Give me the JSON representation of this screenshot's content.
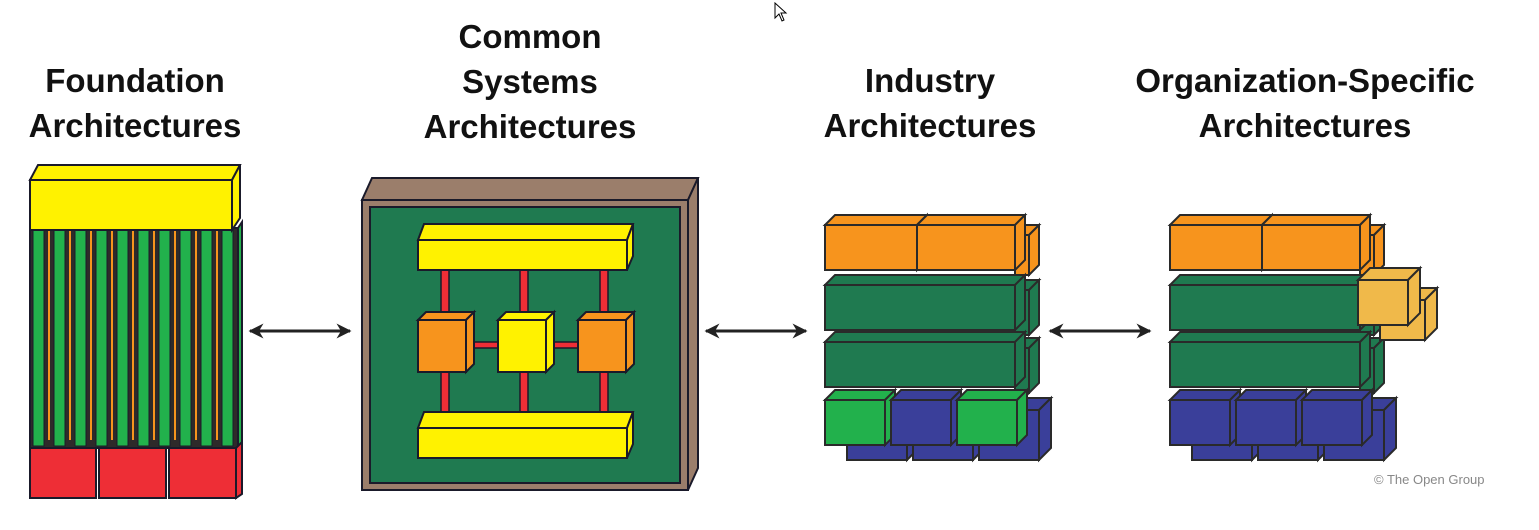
{
  "titles": [
    {
      "id": "foundation",
      "text": "Foundation\nArchitectures"
    },
    {
      "id": "common-systems",
      "text": "Common\nSystems\nArchitectures"
    },
    {
      "id": "industry",
      "text": "Industry\nArchitectures"
    },
    {
      "id": "organization-specific",
      "text": "Organization-Specific\nArchitectures"
    }
  ],
  "copyright": "© The Open Group",
  "connectors": [
    "bidirectional-arrow",
    "bidirectional-arrow",
    "bidirectional-arrow"
  ],
  "colors": {
    "yellow": "#fff200",
    "green_bright": "#22b14c",
    "green_dark": "#1f7a50",
    "red": "#ee2e36",
    "orange": "#f7941d",
    "brown": "#9b7e6b",
    "blue": "#3a3f9a",
    "gold": "#f0b94a",
    "outline": "#2a2a2a"
  }
}
